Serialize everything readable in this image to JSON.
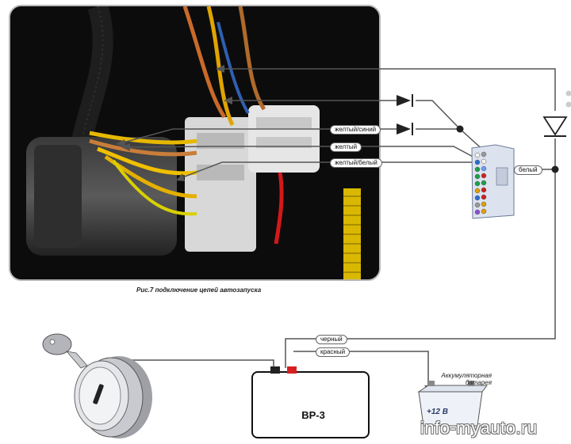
{
  "caption": "Рис.7 подключение цепей автозапуска",
  "wire_labels": {
    "yellow_blue": "желтый/синий",
    "yellow": "желтый",
    "yellow_white": "желтый/белый",
    "white": "белый",
    "black": "черный",
    "red": "красный"
  },
  "unit": {
    "label": "BP-3"
  },
  "battery": {
    "title": "Аккумуляторная батарея",
    "voltage": "+12 В"
  },
  "watermark": "info-myauto.ru",
  "colors": {
    "wire": "#555555",
    "black_wire": "#111111",
    "red_wire": "#d01818",
    "photo_frame": "#b8b8b8",
    "terminal_red": "#d62020"
  }
}
